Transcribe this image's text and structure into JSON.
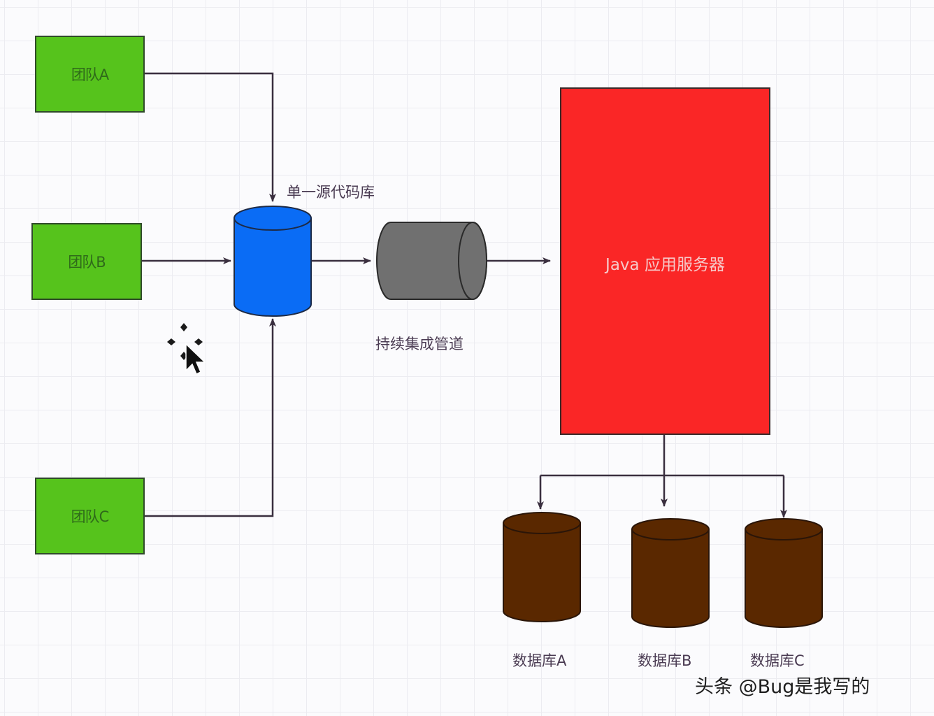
{
  "teams": [
    {
      "label": "团队A"
    },
    {
      "label": "团队B"
    },
    {
      "label": "团队C"
    }
  ],
  "repository": {
    "label": "单一源代码库"
  },
  "pipeline": {
    "label": "持续集成管道"
  },
  "server": {
    "label": "Java 应用服务器"
  },
  "databases": [
    {
      "label": "数据库A"
    },
    {
      "label": "数据库B"
    },
    {
      "label": "数据库C"
    }
  ],
  "watermark": {
    "text": "头条 @Bug是我写的"
  },
  "colors": {
    "team_fill": "#56c31c",
    "repository_fill": "#0a6cf5",
    "pipeline_fill": "#707070",
    "server_fill": "#fa2626",
    "database_fill": "#5a2800",
    "connector": "#3a2f3f"
  },
  "icons": {
    "cursor": "mouse-pointer-with-move-handles"
  }
}
